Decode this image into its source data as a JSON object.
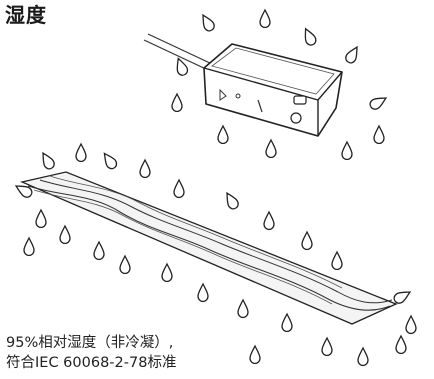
{
  "title": "湿度",
  "caption": {
    "line1": "95%相对湿度（非冷凝）,",
    "line2": "符合IEC 60068-2-78标准"
  },
  "illustration": {
    "sensor": "photoelectric-sensor-icon",
    "cable": "flat-cable-icon",
    "droplets": "water-droplet-icon"
  }
}
